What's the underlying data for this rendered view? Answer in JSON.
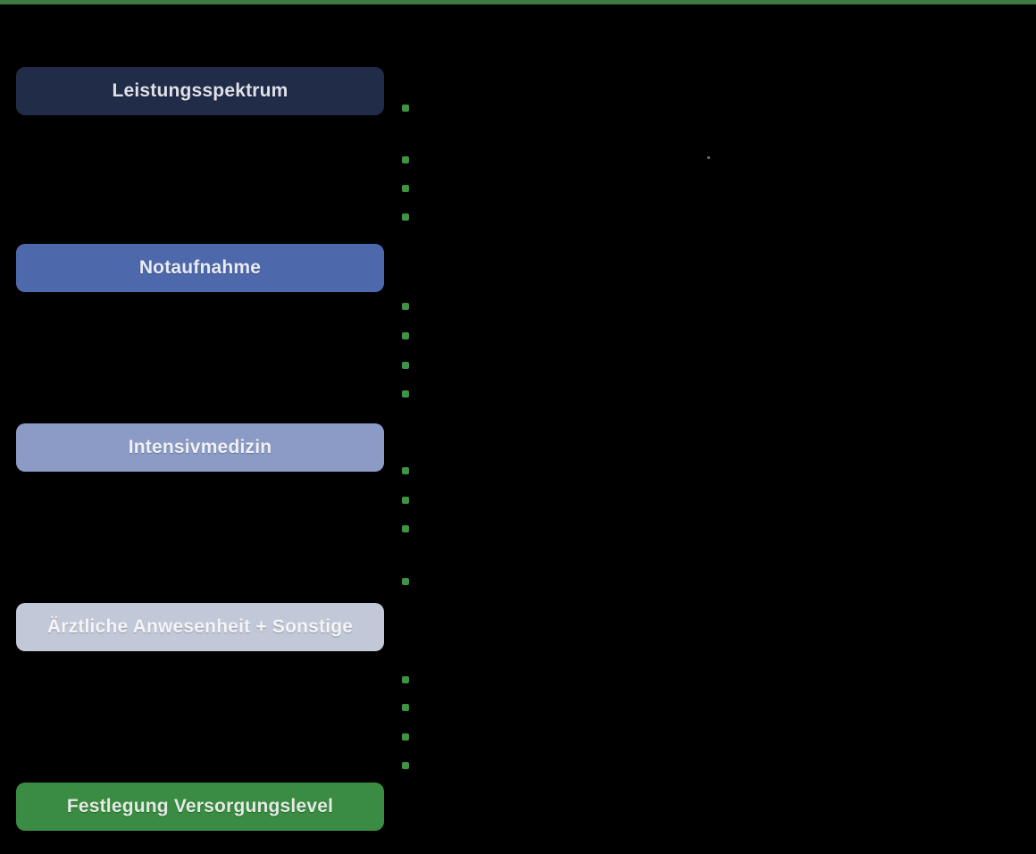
{
  "page": {
    "background": "#000000",
    "description": "Slide diagram with stage boxes on the left and green bullet markers for criteria lists; list text is rendered black on black and not legible."
  },
  "colors": {
    "top_rule": "#3B7B3F",
    "bullet": "#3E9344"
  },
  "stages": [
    {
      "label": "Leistungsspektrum",
      "fill": "#212C48",
      "text_color": "#DEE1E8"
    },
    {
      "label": "Notaufnahme",
      "fill": "#4D69AC",
      "text_color": "#E8EBF2"
    },
    {
      "label": "Intensivmedizin",
      "fill": "#8C9BC5",
      "text_color": "#EFF1F7"
    },
    {
      "label": "Ärztliche Anwesenheit + Sonstige",
      "fill": "#C1C8D7",
      "text_color": "#F4F5F8"
    },
    {
      "label": "Festlegung Versorgungslevel",
      "fill": "#398C41",
      "text_color": "#E4EAE4"
    }
  ],
  "bullet_groups": [
    {
      "after_stage": "Leistungsspektrum",
      "marker_count": 4
    },
    {
      "after_stage": "Notaufnahme",
      "marker_count": 4
    },
    {
      "after_stage": "Intensivmedizin",
      "marker_count": 4
    },
    {
      "after_stage": "Ärztliche Anwesenheit + Sonstige",
      "marker_count": 4
    }
  ]
}
